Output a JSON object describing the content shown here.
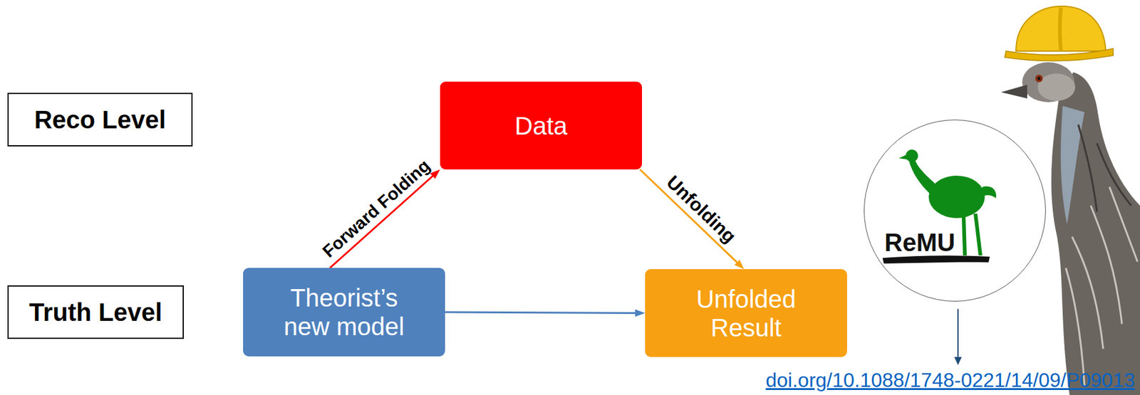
{
  "diagram": {
    "nodes": [
      {
        "text": [
          "Reco Level"
        ]
      },
      {
        "text": [
          "Data"
        ]
      },
      {
        "text": [
          "ReMU"
        ]
      },
      {
        "text": [
          "Truth Level"
        ]
      },
      {
        "text": [
          "Theorist’s new model"
        ]
      },
      {
        "text": [
          "Unfolded Result"
        ]
      }
    ],
    "edges": [
      {
        "from": 4,
        "to": 1,
        "arrow": "to",
        "label": "Forward Folding"
      },
      {
        "from": 1,
        "to": 5,
        "arrow": "to",
        "label": "Unfolding"
      },
      {
        "from": 4,
        "to": 5,
        "arrow": "to"
      }
    ],
    "labels": [
      "doi.org/10.1088/1748-0221/14/09/P09013"
    ]
  }
}
